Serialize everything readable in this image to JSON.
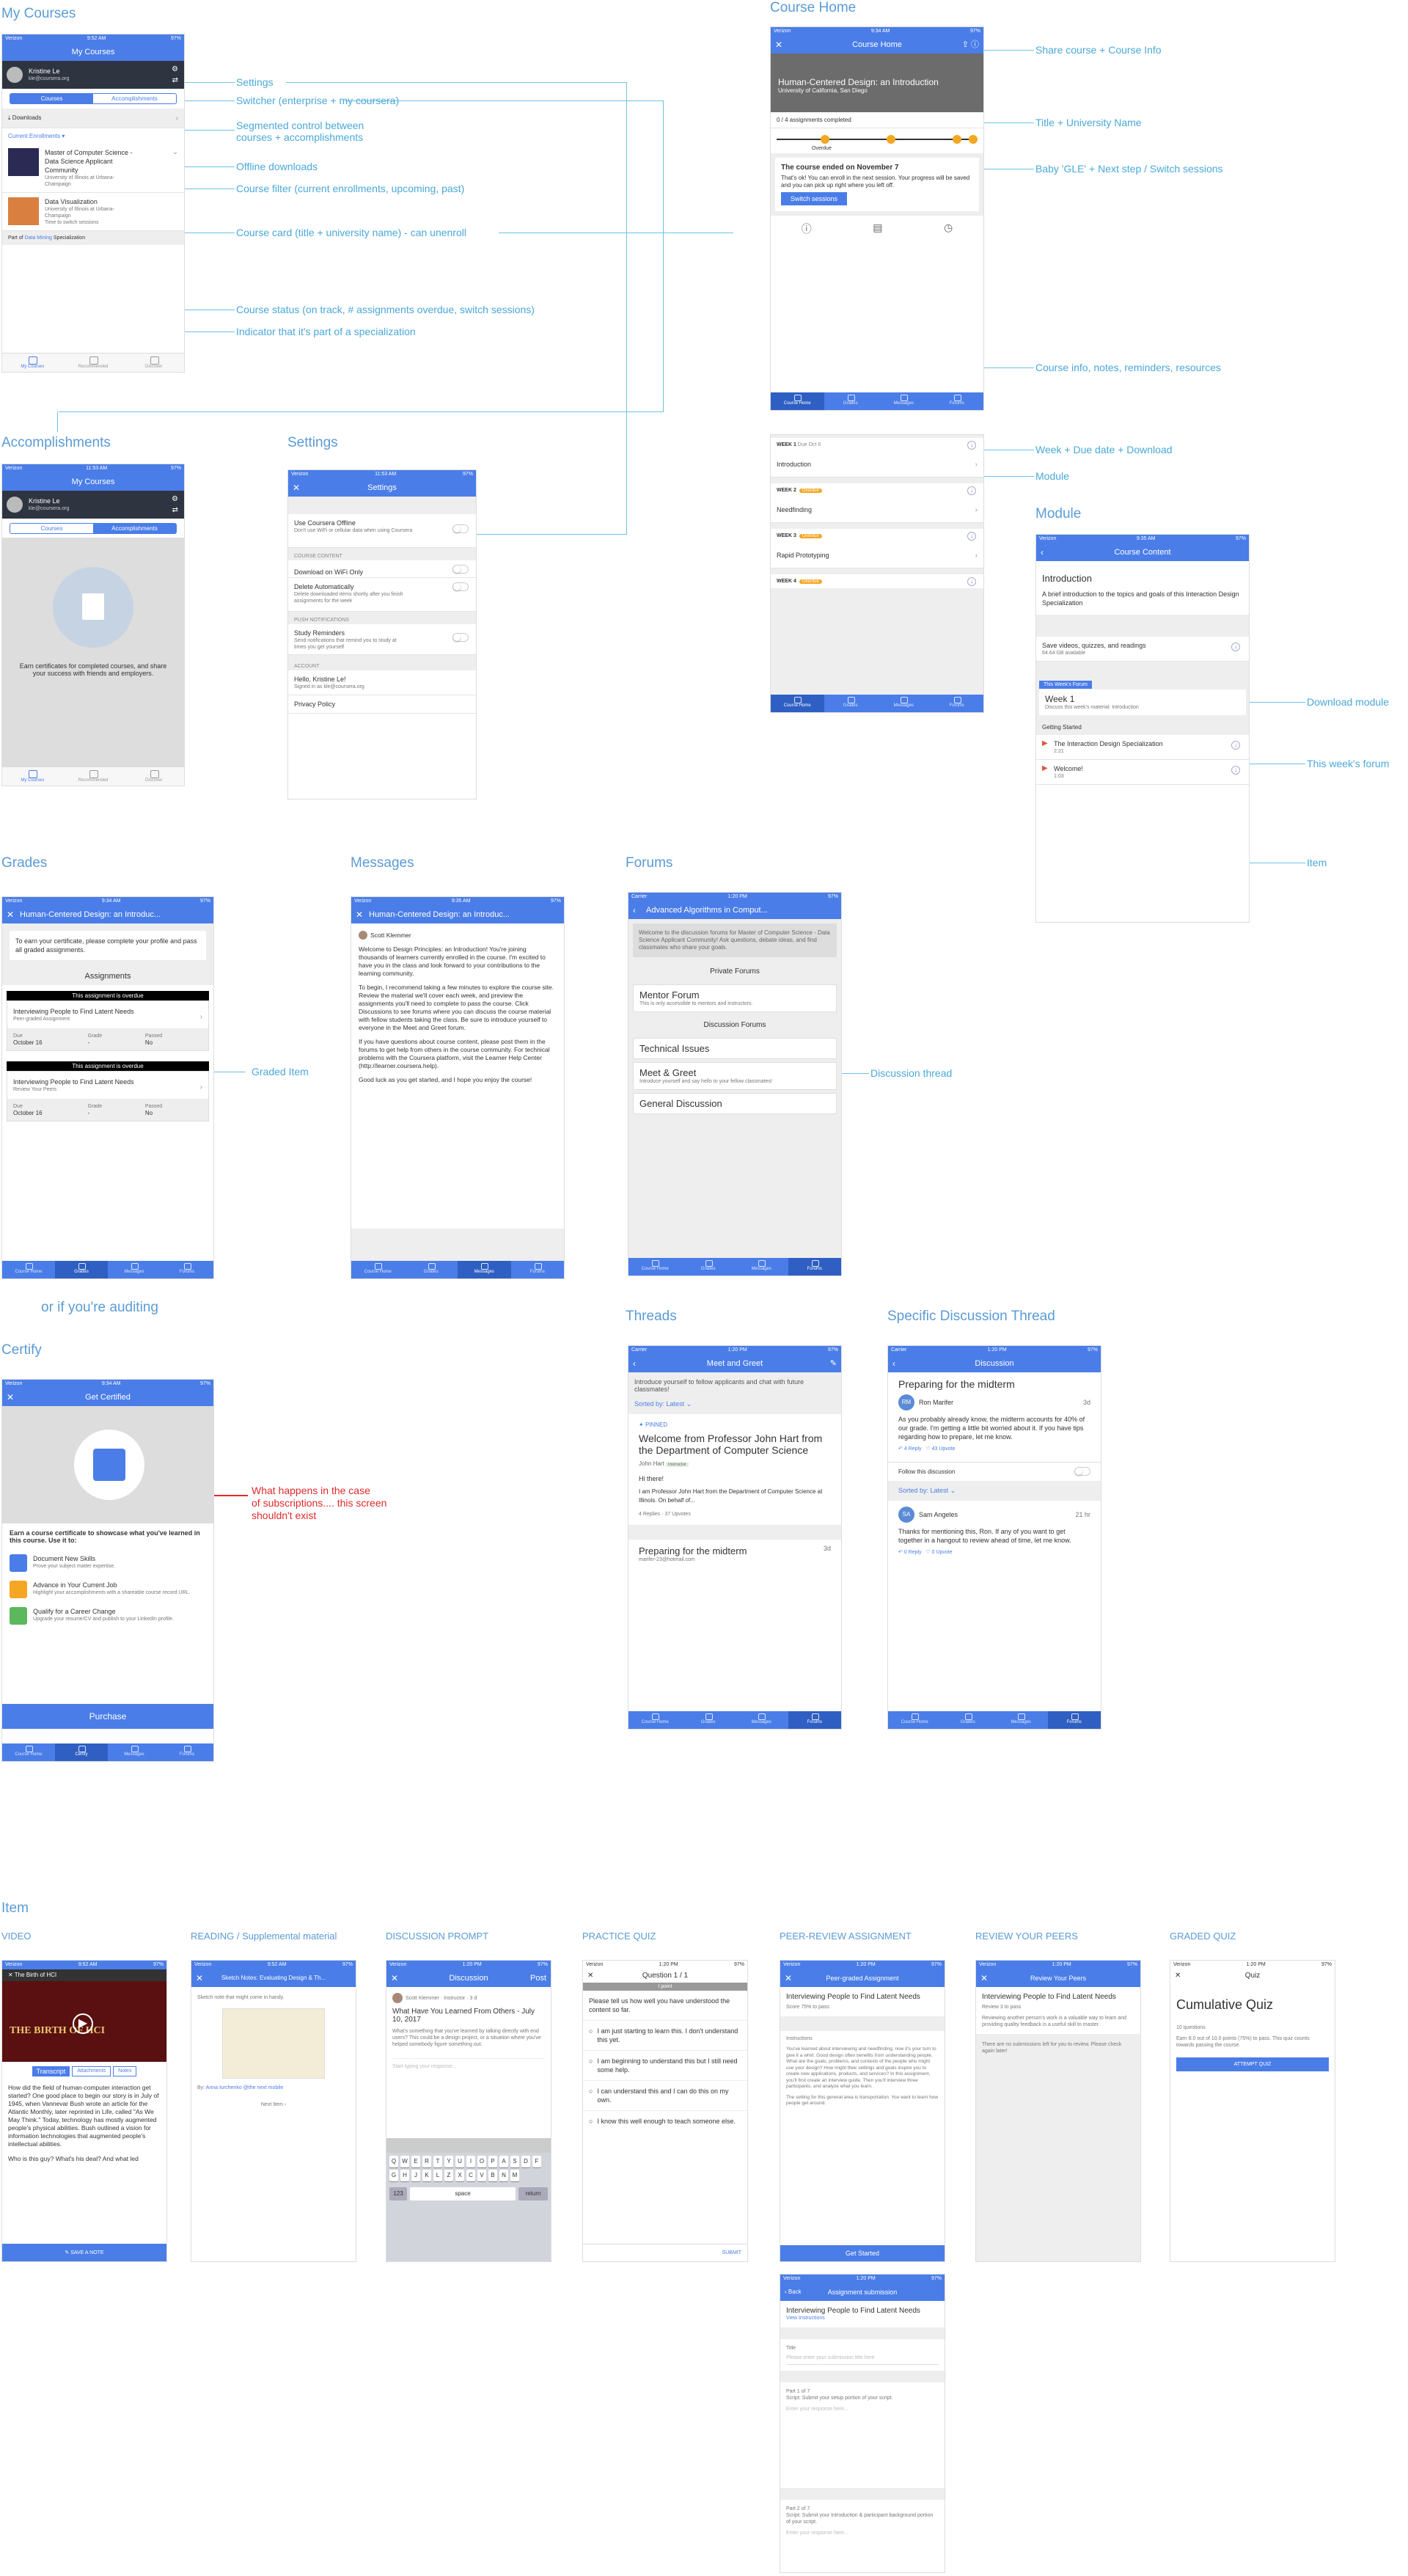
{
  "sections": {
    "my_courses": "My Courses",
    "course_home": "Course Home",
    "accomplishments": "Accomplishments",
    "settings": "Settings",
    "module": "Module",
    "grades": "Grades",
    "messages": "Messages",
    "forums": "Forums",
    "auditing": "or if you're auditing",
    "certify": "Certify",
    "threads": "Threads",
    "specific_thread": "Specific Discussion Thread",
    "item": "Item"
  },
  "item_types": [
    "VIDEO",
    "READING / Supplemental material",
    "DISCUSSION PROMPT",
    "PRACTICE QUIZ",
    "PEER-REVIEW ASSIGNMENT",
    "REVIEW YOUR PEERS",
    "GRADED QUIZ"
  ],
  "annotations": {
    "settings": "Settings",
    "switcher": "Switcher (enterprise + my coursera)",
    "segmented": "Segmented control between\ncourses + accomplishments",
    "offline": "Offline downloads",
    "filter": "Course filter (current enrollments, upcoming, past)",
    "card": "Course card (title + university name) - can unenroll",
    "status": "Course status (on track, # assignments overdue, switch sessions)",
    "spec": "Indicator that it's part of a specialization",
    "share": "Share course + Course Info",
    "title_uni": "Title + University Name",
    "baby_gle": "Baby 'GLE' + Next step / Switch sessions",
    "info_notes": "Course info, notes, reminders, resources",
    "week": "Week + Due date + Download",
    "module": "Module",
    "download_module": "Download module",
    "this_week": "This week's forum",
    "item": "Item",
    "graded_item": "Graded Item",
    "discussion_thread": "Discussion thread",
    "subscriptions": "What happens in the case\nof subscriptions.... this screen\nshouldn't exist"
  },
  "status": {
    "carrier": "Verizon",
    "carrier2": "Carrier",
    "time1": "9:52 AM",
    "time2": "11:53 AM",
    "time3": "9:34 AM",
    "time4": "9:35 AM",
    "time5": "1:20 PM",
    "battery": "97%"
  },
  "tabs_course": [
    "Course Home",
    "Grades",
    "Messages",
    "Forums"
  ],
  "tabs_cert": [
    "Course Home",
    "Certify",
    "Messages",
    "Forums"
  ],
  "tabs_main": [
    "My Courses",
    "Recommended",
    "Discover"
  ],
  "mycourses": {
    "title": "My Courses",
    "user": "Kristine Le",
    "email": "kle@coursera.org",
    "seg": [
      "Courses",
      "Accomplishments"
    ],
    "downloads": "Downloads",
    "filter": "Current Enrollments",
    "c1": "Master of Computer Science - Data Science Applicant Community",
    "c1u": "University of Illinois at Urbana-Champaign",
    "c2": "Data Visualization",
    "c2u": "University of Illinois at Urbana-Champaign",
    "c2s": "Time to switch sessions",
    "spec_pre": "Part of",
    "spec_link": "Data Mining",
    "spec_post": "Specialization"
  },
  "acc": {
    "title": "My Courses",
    "text": "Earn certificates for completed courses, and share your success with friends and employers."
  },
  "settings_scr": {
    "title": "Settings",
    "offline": "Use Coursera Offline",
    "offline_sub": "Don't use WiFi or cellular data when using Coursera",
    "content": "COURSE CONTENT",
    "wifi": "Download on WiFi Only",
    "auto": "Delete Automatically",
    "auto_sub": "Delete downloaded items shortly after you finish assignments for the week",
    "push": "PUSH NOTIFICATIONS",
    "reminders": "Study Reminders",
    "reminders_sub": "Send notifications that remind you to study at times you get yourself",
    "account": "ACCOUNT",
    "hello": "Hello, Kristine Le!",
    "signed": "Signed in as kle@coursera.org",
    "privacy": "Privacy Policy"
  },
  "ch": {
    "nav": "Course Home",
    "title": "Human-Centered Design: an Introduction",
    "uni": "University of California, San Diego",
    "progress": "0 / 4 assignments completed",
    "overdue": "Overdue",
    "ended": "The course ended on November 7",
    "ended_body": "That's ok! You can enroll in the next session. Your progress will be saved and you can pick up right where you left off.",
    "switch": "Switch sessions"
  },
  "weeks": [
    {
      "w": "WEEK 1",
      "due": "Due Oct 6",
      "name": "Introduction",
      "badge": ""
    },
    {
      "w": "WEEK 2",
      "due": "",
      "name": "Needfinding",
      "badge": "Overdue"
    },
    {
      "w": "WEEK 3",
      "due": "",
      "name": "Rapid Prototyping",
      "badge": "Overdue"
    },
    {
      "w": "WEEK 4",
      "due": "",
      "name": "",
      "badge": "Overdue"
    }
  ],
  "mod": {
    "nav": "Course Content",
    "title": "Introduction",
    "desc": "A brief introduction to the topics and goals of this Interaction Design Specialization",
    "save": "Save videos, quizzes, and readings",
    "size": "64.64 GB available",
    "forum_tag": "This Week's Forum",
    "week": "Week 1",
    "week_sub": "Discuss this week's material: Introduction",
    "getting": "Getting Started",
    "i1": "The Interaction Design Specialization",
    "i1t": "2:21",
    "i2": "Welcome!",
    "i2t": "1:03"
  },
  "grades": {
    "nav": "Human-Centered Design: an Introduc...",
    "notice": "To earn your certificate, please complete your profile and pass all graded assignments.",
    "assign": "Assignments",
    "over": "This assignment is overdue",
    "a1": "Interviewing People to Find Latent Needs",
    "a1t": "Peer-graded Assignment",
    "a2": "Interviewing People to Find Latent Needs",
    "a2t": "Review Your Peers",
    "due": "Due",
    "grade": "Grade",
    "passed": "Passed",
    "date": "October 16",
    "dash": "-",
    "no": "No"
  },
  "msg": {
    "nav": "Human-Centered Design: an Introduc...",
    "from": "Scott Klemmer",
    "p1": "Welcome to Design Principles: an Introduction! You're joining thousands of learners currently enrolled in the course. I'm excited to have you in the class and look forward to your contributions to the learning community.",
    "p2": "To begin, I recommend taking a few minutes to explore the course site. Review the material we'll cover each week, and preview the assignments you'll need to complete to pass the course. Click Discussions to see forums where you can discuss the course material with fellow students taking the class. Be sure to introduce yourself to everyone in the Meet and Greet forum.",
    "p3": "If you have questions about course content, please post them in the forums to get help from others in the course community. For technical problems with the Coursera platform, visit the Learner Help Center (http://learner.coursera.help).",
    "p4": "Good luck as you get started, and I hope you enjoy the course!"
  },
  "forums": {
    "nav": "Advanced Algorithms in Comput...",
    "intro": "Welcome to the discussion forums for Master of Computer Science - Data Science Applicant Community! Ask questions, debate ideas, and find classmates who share your goals.",
    "private": "Private Forums",
    "mentor": "Mentor Forum",
    "mentor_sub": "This is only accessible to mentors and instructors.",
    "disc": "Discussion Forums",
    "tech": "Technical Issues",
    "meet": "Meet & Greet",
    "meet_sub": "Introduce yourself and say hello to your fellow classmates!",
    "general": "General Discussion"
  },
  "cert": {
    "nav": "Get Certified",
    "lead": "Earn a course certificate to showcase what you've learned in this course. Use it to:",
    "b1": "Document New Skills",
    "b1s": "Prove your subject matter expertise.",
    "b2": "Advance in Your Current Job",
    "b2s": "Highlight your accomplishments with a shareable course record URL.",
    "b3": "Qualify for a Career Change",
    "b3s": "Upgrade your resume/CV and publish to your LinkedIn profile.",
    "purchase": "Purchase"
  },
  "threads": {
    "nav": "Meet and Greet",
    "intro": "Introduce yourself to fellow applicants and chat with future classmates!",
    "sort": "Sorted by:",
    "sortv": "Latest",
    "pinned": "PINNED",
    "t1": "Welcome from Professor John Hart from the Department of Computer Science",
    "t1a": "John Hart",
    "t1r": "Instructor",
    "t1b": "Hi there!",
    "t1c": "I am Professor John Hart from the Department of Computer Science at Illinois. On behalf of...",
    "t1m": "4 Replies · 37 Upvotes",
    "t2": "Preparing for the midterm",
    "t2a": "marifer-23@hotmail.com",
    "t2d": "3d"
  },
  "thread": {
    "nav": "Discussion",
    "title": "Preparing for the midterm",
    "author": "Ron Marifer",
    "init": "RM",
    "age": "3d",
    "body": "As you probably already know, the midterm accounts for 40% of our grade. I'm getting a little bit worried about it. If you have tips regarding how to prepare, let me know.",
    "reply": "4 Reply",
    "up": "43 Upvote",
    "follow": "Follow this discussion",
    "sort": "Sorted by:",
    "sortv": "Latest",
    "r_author": "Sam Angeles",
    "r_init": "SA",
    "r_age": "21 hr",
    "r_body": "Thanks for mentioning this, Ron. If any of you want to get together in a hangout to review ahead of time, let me know.",
    "r_reply": "0 Reply",
    "r_up": "0 Upvote"
  },
  "video": {
    "nav": "The Birth of HCI",
    "overlay": "THE BIRTH OF HCI",
    "tabs": [
      "Transcript",
      "Attachments",
      "Notes"
    ],
    "text": "How did the field of human-computer interaction get started? One good place to begin our story is in July of 1945, when Vannevar Bush wrote an article for the Atlantic Monthly, later reprinted in Life, called \"As We May Think.\" Today, technology has mostly augmented people's physical abilities. Bush outlined a vision for information technologies that augmented people's intellectual abilities.",
    "who": "Who is this guy? What's his deal? And what led",
    "note": "SAVE A NOTE"
  },
  "reading": {
    "nav": "Sketch Notes: Evaluating Design & Th...",
    "text": "Sketch note that might come in handy.",
    "by": "By:",
    "by_link": "Anna Iurchenko @the next mobile",
    "next": "Next Item"
  },
  "prompt": {
    "nav": "Discussion",
    "post": "Post",
    "author": "Scott Klemmer · Instructor · 3 d",
    "title": "What Have You Learned From Others - July 10, 2017",
    "body": "What's something that you've learned by talking directly with end users? This could be a design project, or a situation where you've helped somebody figure something out.",
    "ph": "Start typing your response...",
    "rows": [
      "QWERTYUIOP",
      "ASDFGHJKL",
      "ZXCVBNM"
    ],
    "space": "space",
    "ret": "return",
    "num": "123"
  },
  "pquiz": {
    "nav": "Question 1 / 1",
    "ungraded": "I point",
    "q": "Please tell us how well you have understood the content so far.",
    "o1": "I am just starting to learn this. I don't understand this yet.",
    "o2": "I am beginning to understand this but I still need some help.",
    "o3": "I can understand this and I can do this on my own.",
    "o4": "I know this well enough to teach someone else.",
    "submit": "SUBMIT"
  },
  "peer": {
    "nav": "Peer-graded Assignment",
    "title": "Interviewing People to Find Latent Needs",
    "score": "Score 75% to pass",
    "instr": "Instructions",
    "body": "You've learned about interviewing and needfinding, now it's your turn to give it a whirl. Good design often benefits from understanding people. What are the goals, problems, and contexts of the people who might use your design? How might their settings and goals inspire you to create new applications, products, and services? In this assignment, you'll first create an interview guide. Then you'll interview three participants, and analyze what you learn.",
    "setting": "The setting for this general area is transportation. You want to learn how people get around.",
    "start": "Get Started",
    "nav2": "Assignment submission",
    "back": "Back",
    "title2": "Interviewing People to Find Latent Needs",
    "view": "View Instructions",
    "tlabel": "Title",
    "tph": "Please enter your submission title here",
    "part1": "Part 1 of 7",
    "script1": "Script: Submit your setup portion of your script.",
    "rph": "Enter your response here...",
    "part2": "Part 2 of 7",
    "script2": "Script: Submit your Introduction & participant background portion of your script."
  },
  "review": {
    "nav": "Review Your Peers",
    "title": "Interviewing People to Find Latent Needs",
    "req": "Review 3 to pass",
    "body": "Reviewing another person's work is a valuable way to learn and providing quality feedback is a useful skill to master.",
    "none": "There are no submissions left for you to review. Please check again later!"
  },
  "gquiz": {
    "nav": "Quiz",
    "title": "Cumulative Quiz",
    "q": "10 questions",
    "pass": "Earn 8.0 out of 10.0 points (75%) to pass. This quiz counts towards passing the course.",
    "btn": "ATTEMPT QUIZ"
  }
}
